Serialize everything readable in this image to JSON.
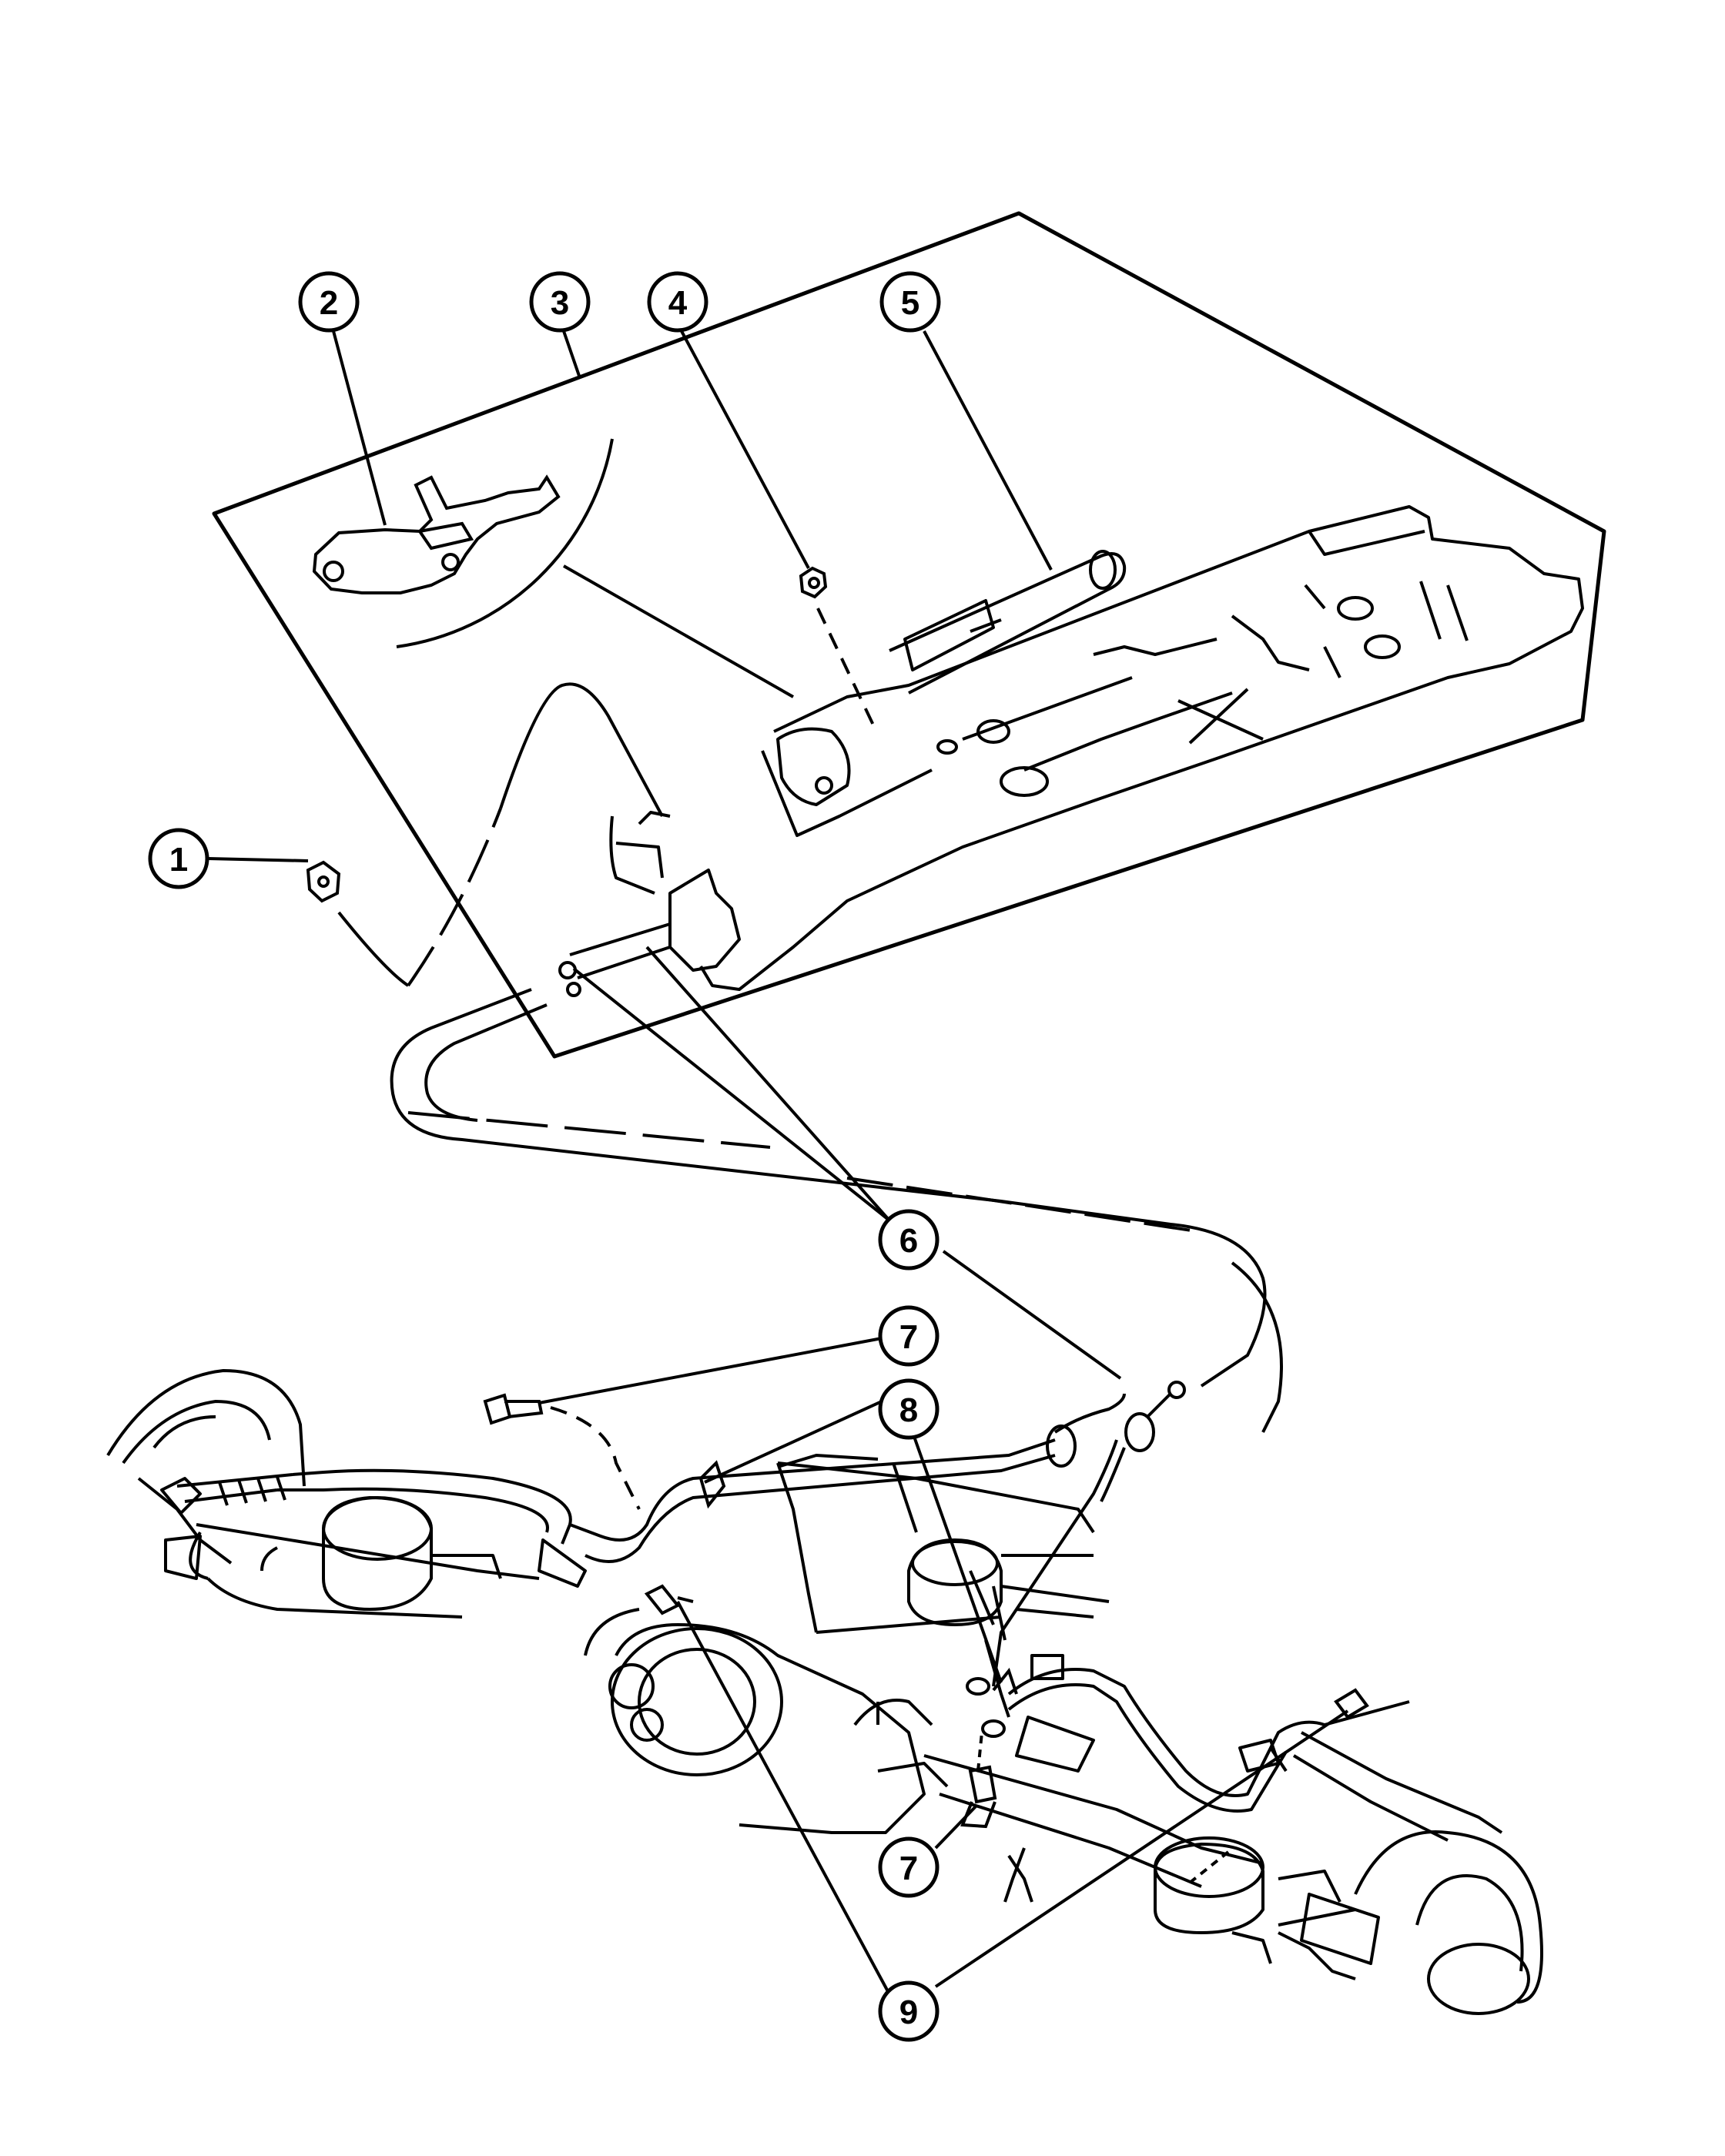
{
  "diagram": {
    "callouts": [
      {
        "id": "c1",
        "label": "1"
      },
      {
        "id": "c2",
        "label": "2"
      },
      {
        "id": "c3",
        "label": "3"
      },
      {
        "id": "c4",
        "label": "4"
      },
      {
        "id": "c5",
        "label": "5"
      },
      {
        "id": "c6",
        "label": "6"
      },
      {
        "id": "c7a",
        "label": "7"
      },
      {
        "id": "c8",
        "label": "8"
      },
      {
        "id": "c7b",
        "label": "7"
      },
      {
        "id": "c9",
        "label": "9"
      }
    ]
  }
}
